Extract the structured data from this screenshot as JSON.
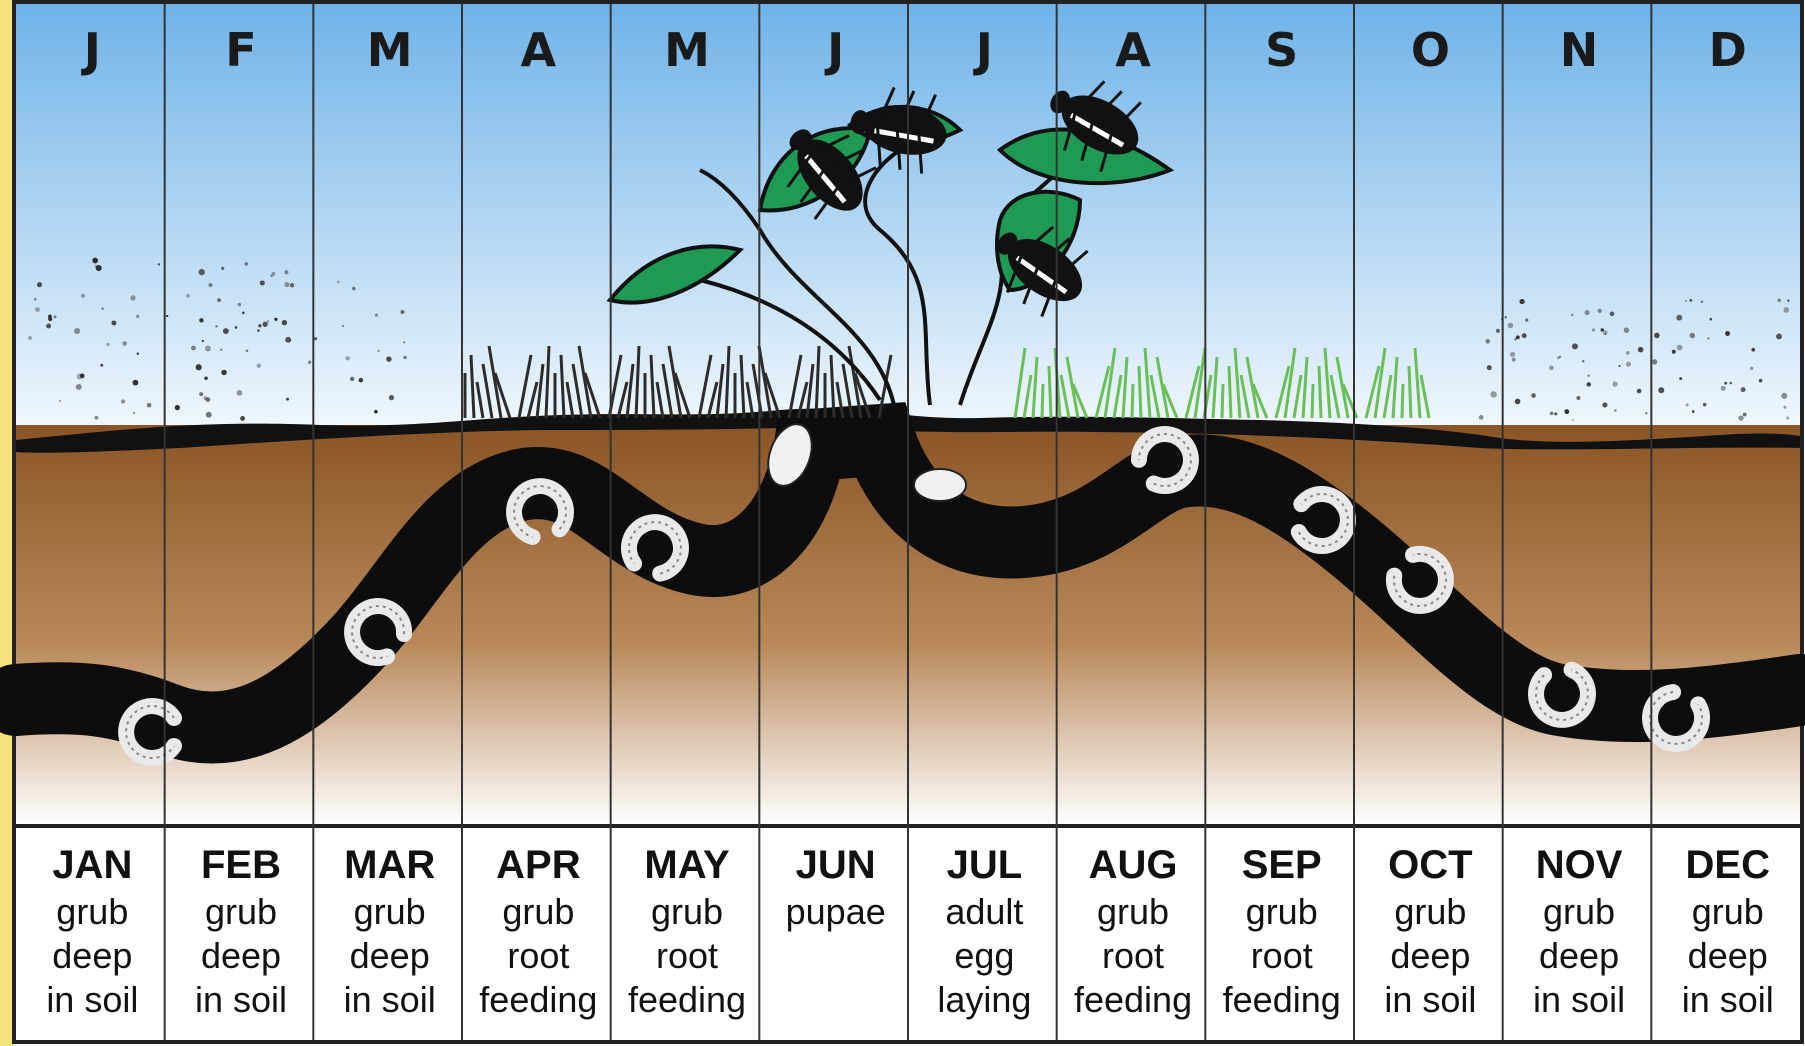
{
  "month_letters": [
    "J",
    "F",
    "M",
    "A",
    "M",
    "J",
    "J",
    "A",
    "S",
    "O",
    "N",
    "D"
  ],
  "months": [
    {
      "abbr": "JAN",
      "stage": "grub\ndeep\nin soil"
    },
    {
      "abbr": "FEB",
      "stage": "grub\ndeep\nin soil"
    },
    {
      "abbr": "MAR",
      "stage": "grub\ndeep\nin soil"
    },
    {
      "abbr": "APR",
      "stage": "grub\nroot\nfeeding"
    },
    {
      "abbr": "MAY",
      "stage": "grub\nroot\nfeeding"
    },
    {
      "abbr": "JUN",
      "stage": "pupae"
    },
    {
      "abbr": "JUL",
      "stage": "adult\negg\nlaying"
    },
    {
      "abbr": "AUG",
      "stage": "grub\nroot\nfeeding"
    },
    {
      "abbr": "SEP",
      "stage": "grub\nroot\nfeeding"
    },
    {
      "abbr": "OCT",
      "stage": "grub\ndeep\nin soil"
    },
    {
      "abbr": "NOV",
      "stage": "grub\ndeep\nin soil"
    },
    {
      "abbr": "DEC",
      "stage": "grub\ndeep\nin soil"
    }
  ],
  "colors": {
    "sky_top": "#6fb3e8",
    "sky_bottom": "#f2f8fd",
    "soil_top": "#8a5526",
    "soil_bottom": "#ffffff",
    "tunnel": "#0d0d0d",
    "leaf": "#1f9a55",
    "grass": "#6bbf59",
    "frame_left": "#f3e37a",
    "divider": "#333333"
  }
}
